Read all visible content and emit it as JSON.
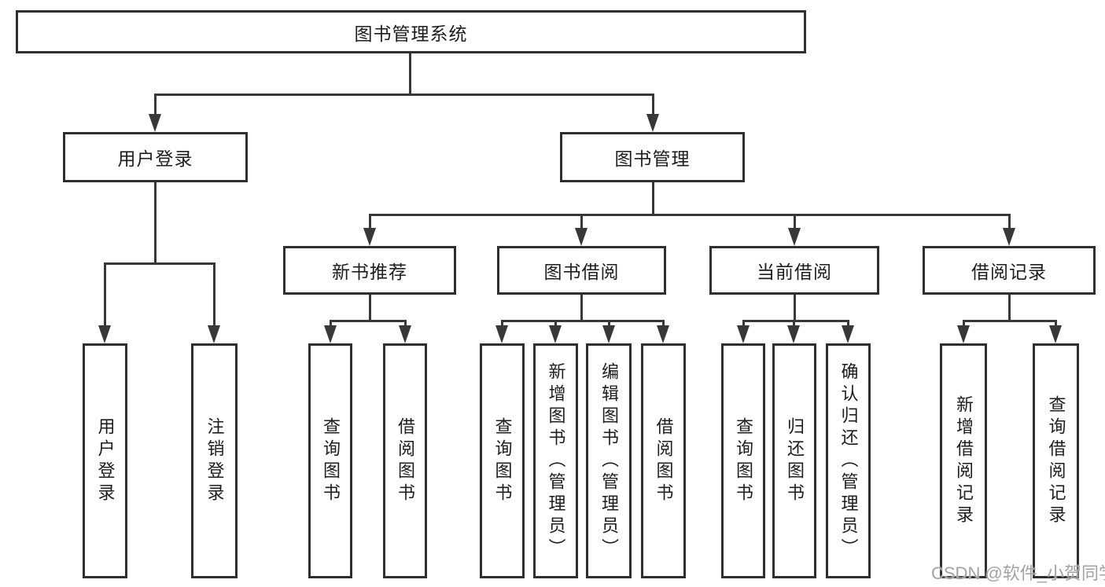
{
  "tree": {
    "root": "图书管理系统",
    "branches": [
      {
        "label": "用户登录",
        "children": [
          "用户登录",
          "注销登录"
        ]
      },
      {
        "label": "图书管理",
        "children": [
          {
            "label": "新书推荐",
            "children": [
              "查询图书",
              "借阅图书"
            ]
          },
          {
            "label": "图书借阅",
            "children": [
              "查询图书",
              "新增图书（管理员）",
              "编辑图书（管理员）",
              "借阅图书"
            ]
          },
          {
            "label": "当前借阅",
            "children": [
              "查询图书",
              "归还图书",
              "确认归还（管理员）"
            ]
          },
          {
            "label": "借阅记录",
            "children": [
              "新增借阅记录",
              "查询借阅记录"
            ]
          }
        ]
      }
    ]
  },
  "watermark": {
    "text": "CSDN @软件_小贺同学"
  },
  "colors": {
    "border": "#2f2f2f",
    "line": "#383838",
    "text": "#1d1d1d",
    "watermark": "#a3a3a3",
    "background": "#ffffff"
  }
}
